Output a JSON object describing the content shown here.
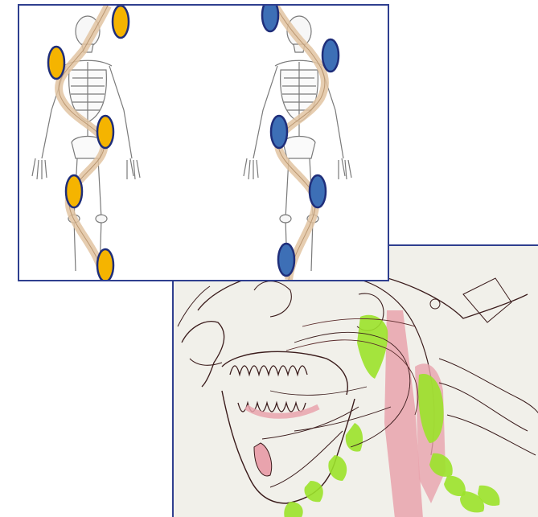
{
  "figure": {
    "panels": [
      {
        "id": "skeleton-spiral-comparison",
        "kind": "illustration",
        "text": ""
      },
      {
        "id": "cephalometric-tracing",
        "kind": "photo-of-drawing",
        "text": ""
      }
    ],
    "colors": {
      "frame": "#2f3f8f",
      "left_markers": "#f5b400",
      "right_markers": "#3d6fb6",
      "marker_outline": "#1f2e7a",
      "spiral_band": "#e2c4a2",
      "tracing_highlight_green": "#9be22a",
      "tracing_highlight_pink": "#e9a3ad",
      "tracing_ink": "#3b1c1c"
    }
  }
}
